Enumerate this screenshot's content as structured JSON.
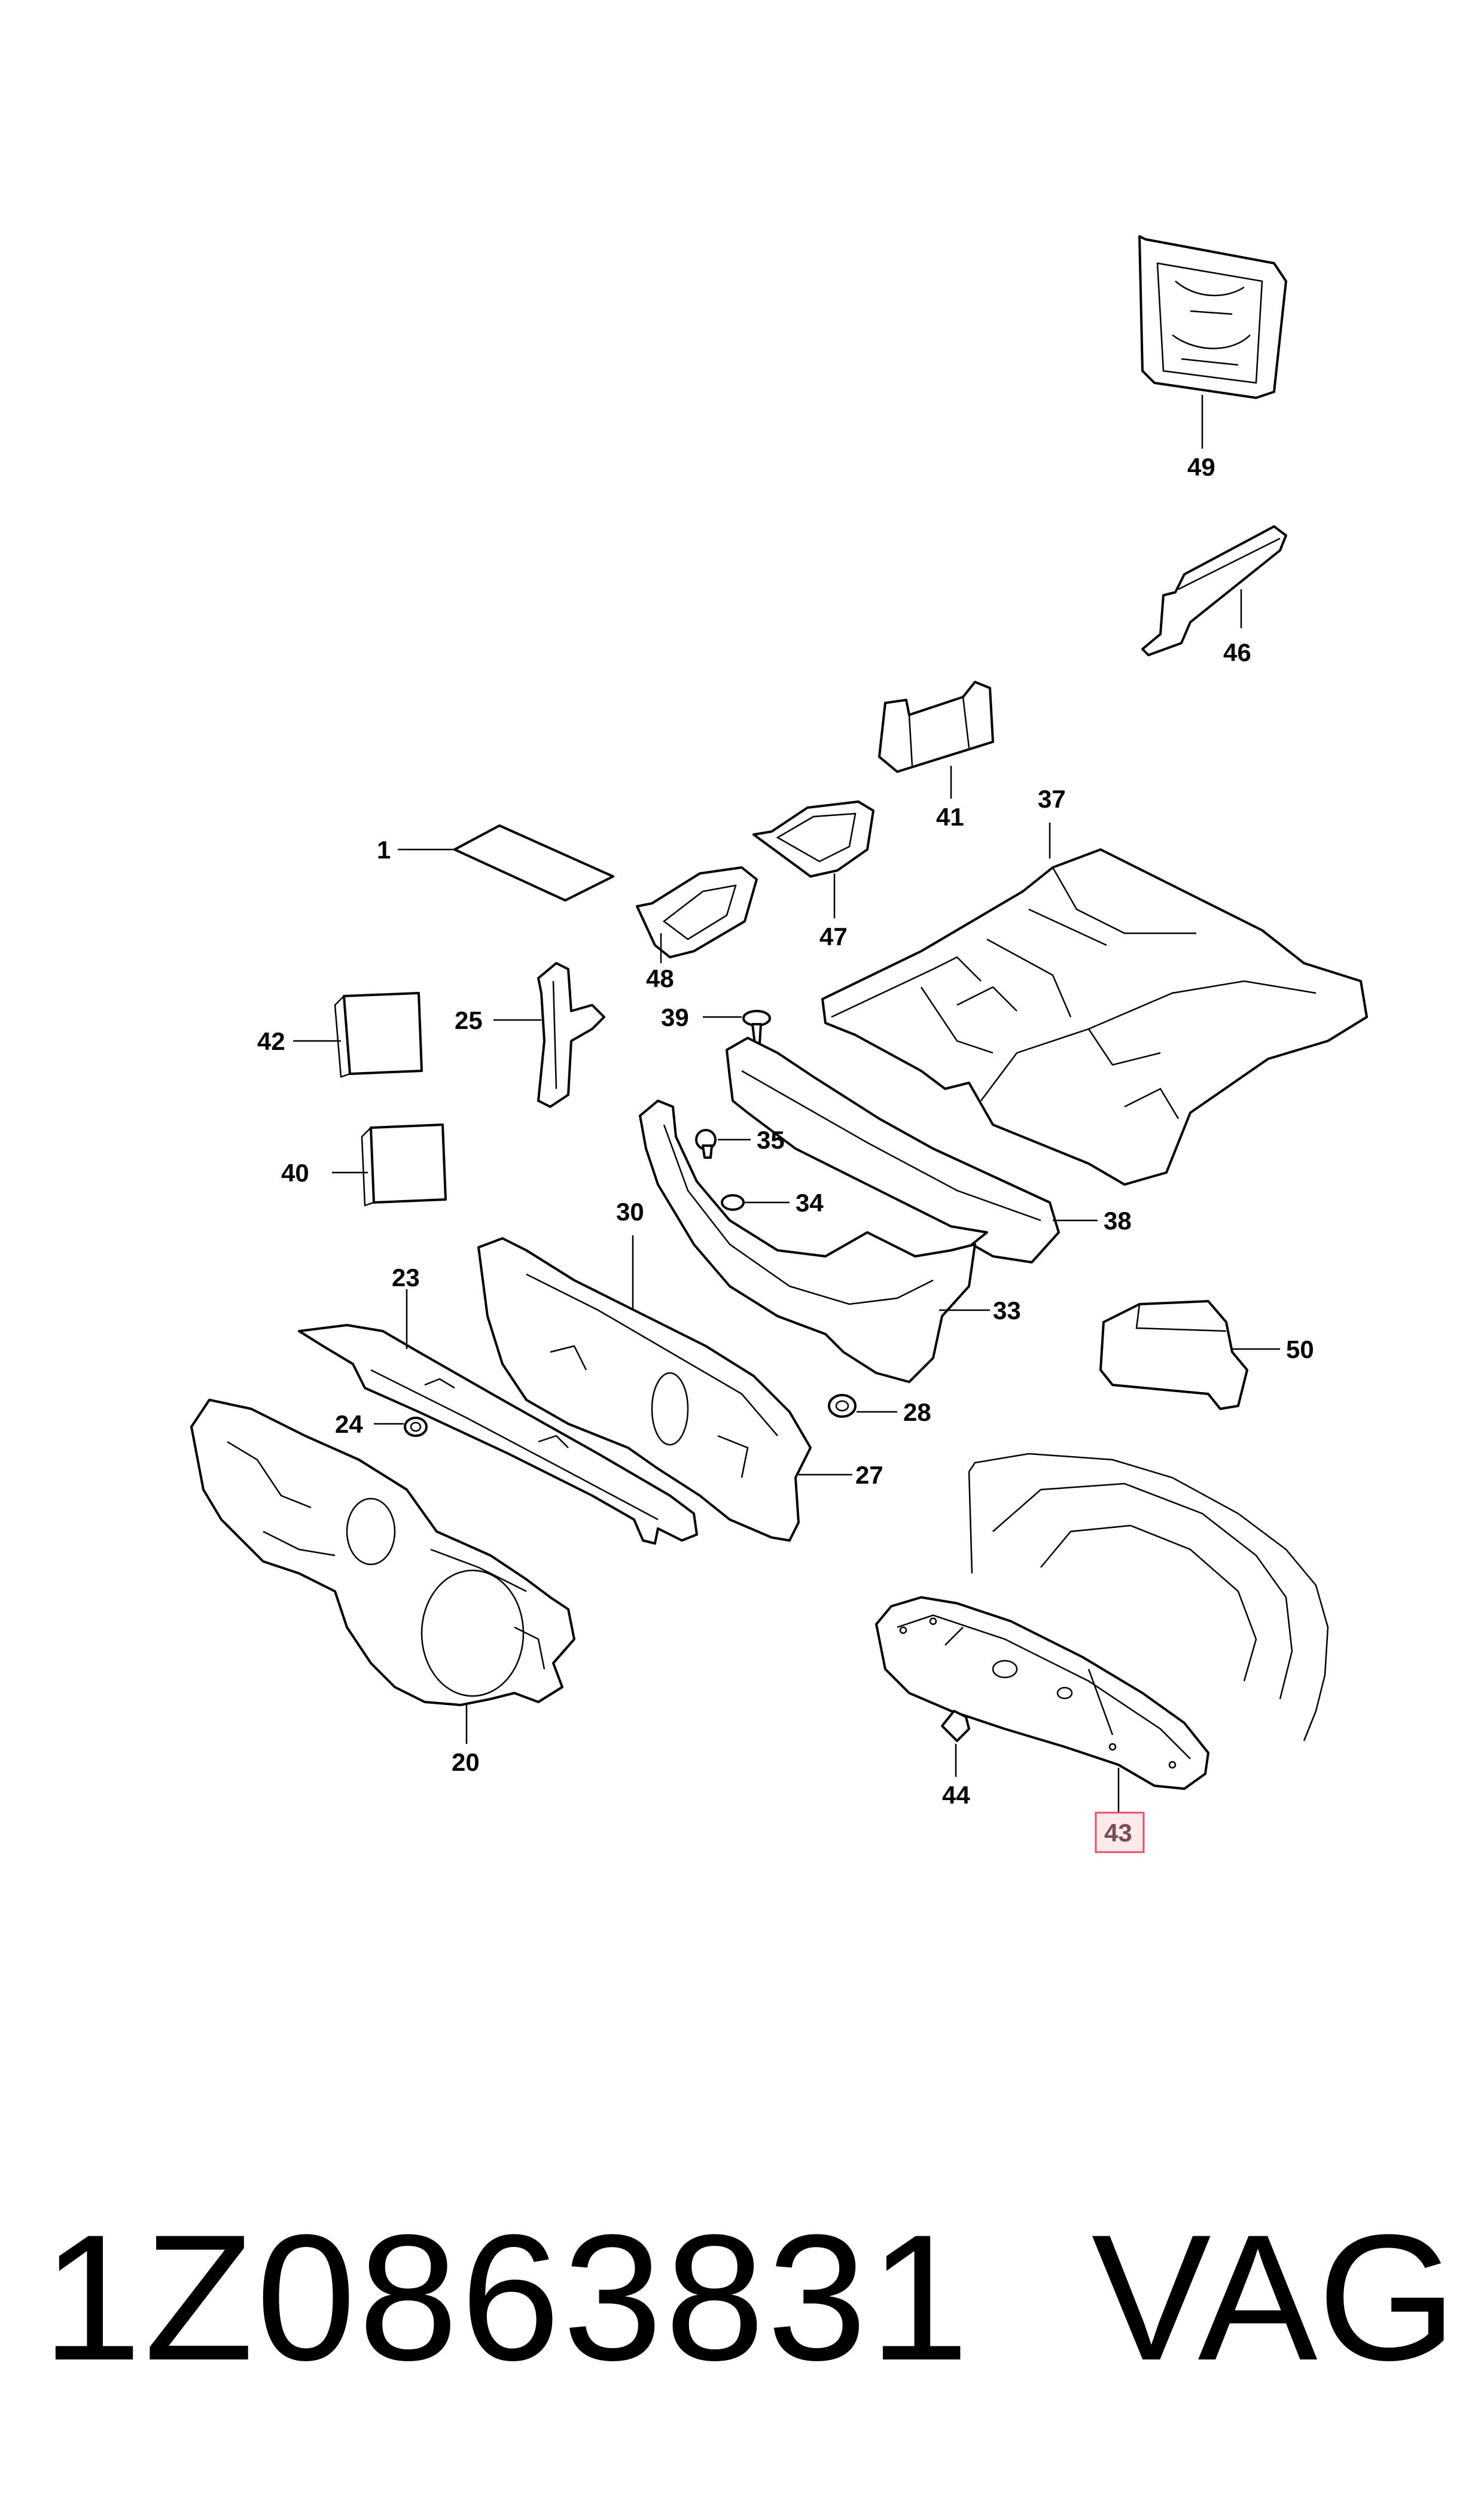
{
  "labels": {
    "l1": "1",
    "l20": "20",
    "l23": "23",
    "l24": "24",
    "l25": "25",
    "l27": "27",
    "l28": "28",
    "l30": "30",
    "l33": "33",
    "l34": "34",
    "l35": "35",
    "l37": "37",
    "l38": "38",
    "l39": "39",
    "l40": "40",
    "l41": "41",
    "l42": "42",
    "l43": "43",
    "l44": "44",
    "l46": "46",
    "l47": "47",
    "l48": "48",
    "l49": "49",
    "l50": "50"
  },
  "highlight": {
    "label": "43",
    "color": "#e0506a"
  },
  "footer": {
    "part_number": "1Z0863831",
    "brand": "VAG"
  }
}
